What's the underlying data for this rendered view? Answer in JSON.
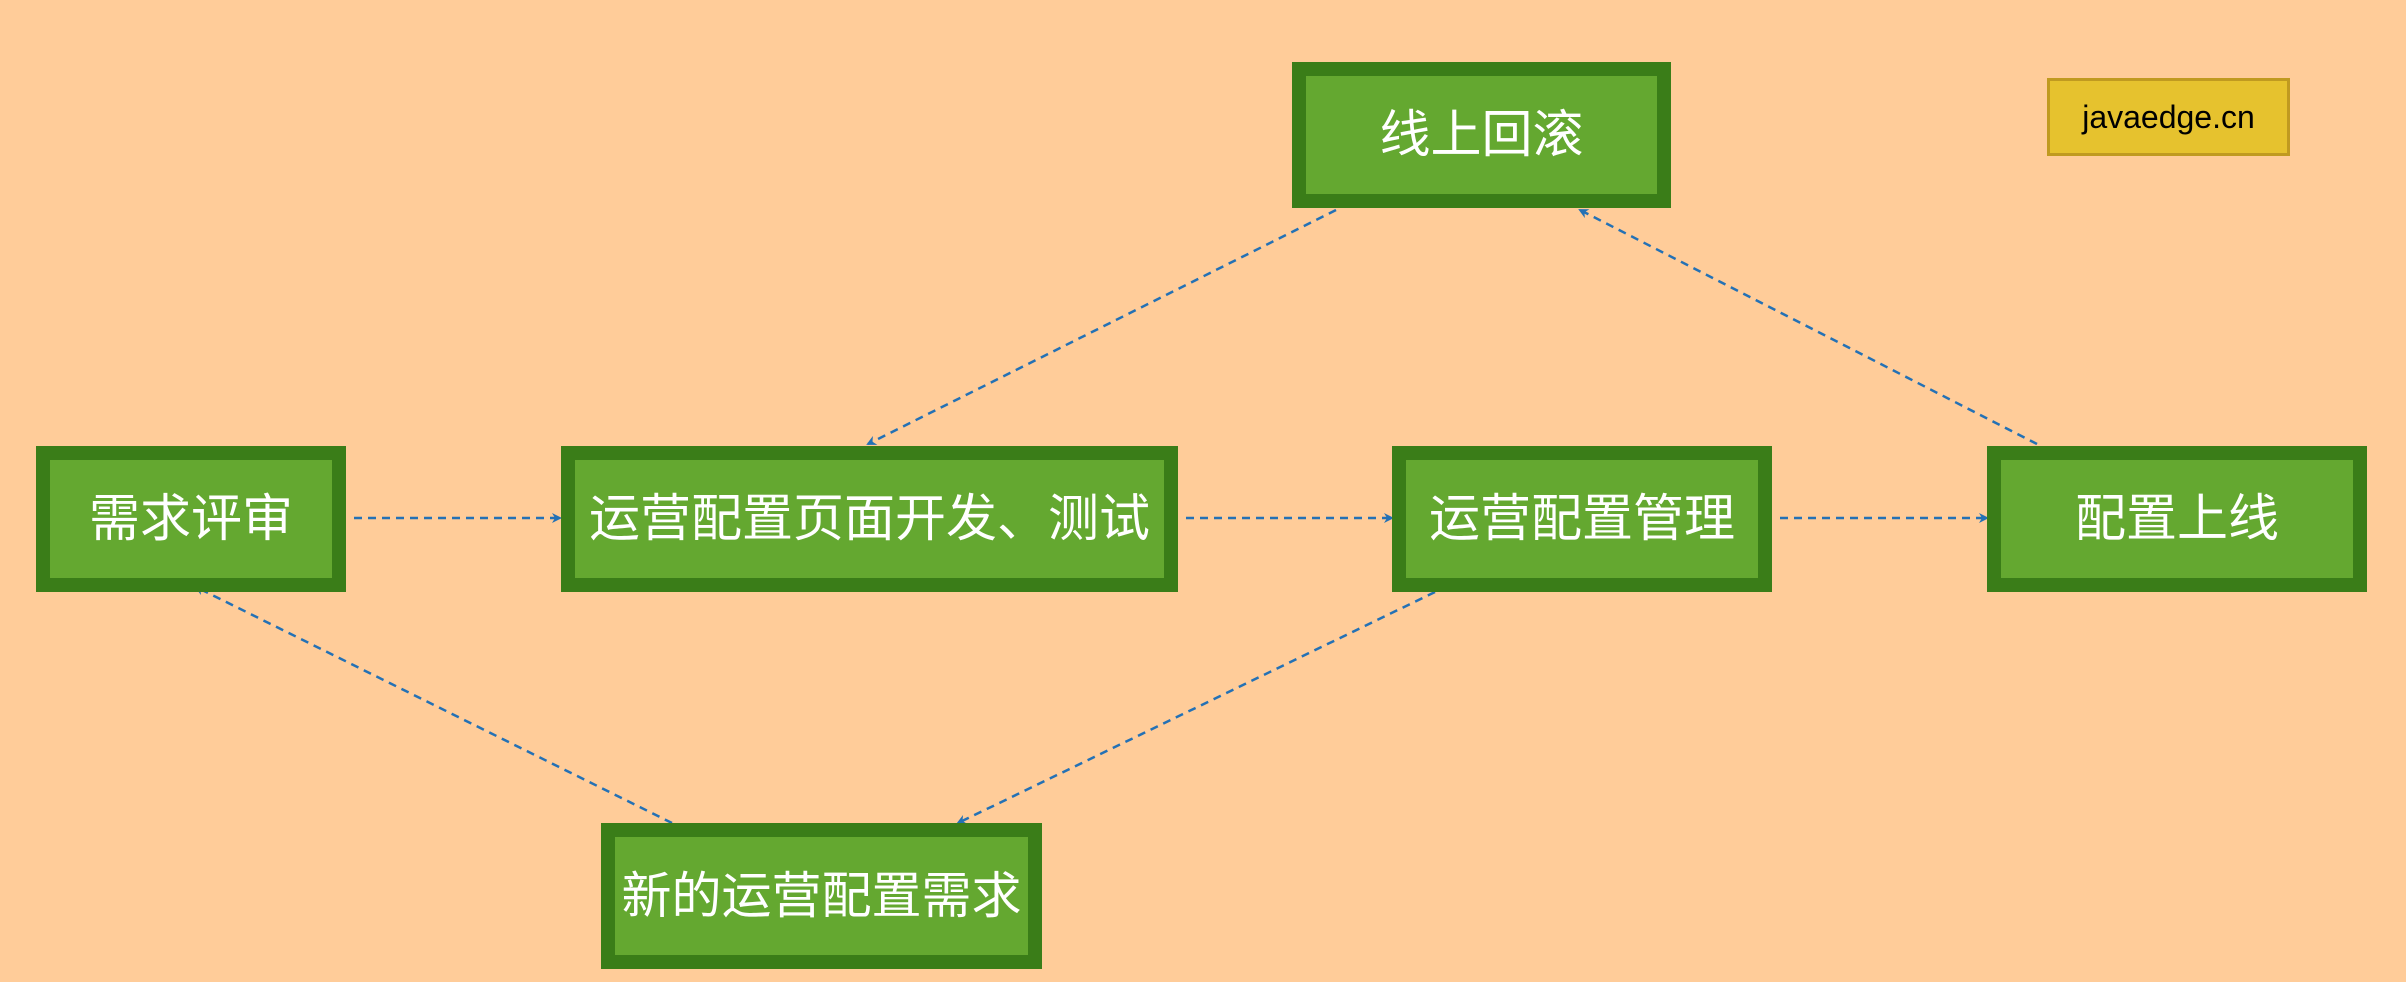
{
  "nodes": {
    "review": "需求评审",
    "dev_test": "运营配置页面开发、测试",
    "manage": "运营配置管理",
    "release": "配置上线",
    "rollback": "线上回滚",
    "new_req": "新的运营配置需求"
  },
  "watermark": "javaedge.cn",
  "colors": {
    "background": "#FFCC99",
    "node_fill": "#64A830",
    "node_border": "#3A7D18",
    "node_text": "#FFFFFF",
    "edge": "#2471B5",
    "watermark_fill": "#E6C22E"
  },
  "edges": [
    {
      "from": "需求评审",
      "to": "运营配置页面开发、测试"
    },
    {
      "from": "运营配置页面开发、测试",
      "to": "运营配置管理"
    },
    {
      "from": "运营配置管理",
      "to": "配置上线"
    },
    {
      "from": "配置上线",
      "to": "线上回滚"
    },
    {
      "from": "线上回滚",
      "to": "运营配置页面开发、测试"
    },
    {
      "from": "运营配置管理",
      "to": "新的运营配置需求"
    },
    {
      "from": "新的运营配置需求",
      "to": "需求评审"
    }
  ]
}
